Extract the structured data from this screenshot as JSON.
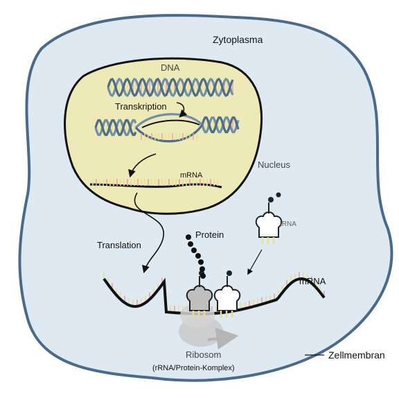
{
  "labels": {
    "cytoplasm": "Zytoplasma",
    "dna": "DNA",
    "transcription": "Transkription",
    "nucleus": "Nucleus",
    "mrna_nucleus": "mRNA",
    "translation": "Translation",
    "protein": "Protein",
    "trna": "tRNA",
    "mrna_cytoplasm": "mRNA",
    "ribosome": "Ribosom",
    "ribosome_detail": "(rRNA/Protein-Komplex)",
    "cell_membrane": "Zellmembran"
  },
  "colors": {
    "cell_fill": "#dfe9f1",
    "cell_stroke": "#4a6a8c",
    "nucleus_fill": "#eeeab8",
    "nucleus_stroke": "#111111",
    "dna_strand": "#6f8ea7",
    "rna_backbone": "#111111",
    "base_yellow": "#e8df8f",
    "base_pink": "#e6a1a6",
    "ribosome": "#c9c9c9",
    "trna": "#222222"
  },
  "icons": [
    "dna-helix-icon",
    "trna-icon",
    "ribosome-icon",
    "protein-chain-icon",
    "arrow-icon"
  ]
}
